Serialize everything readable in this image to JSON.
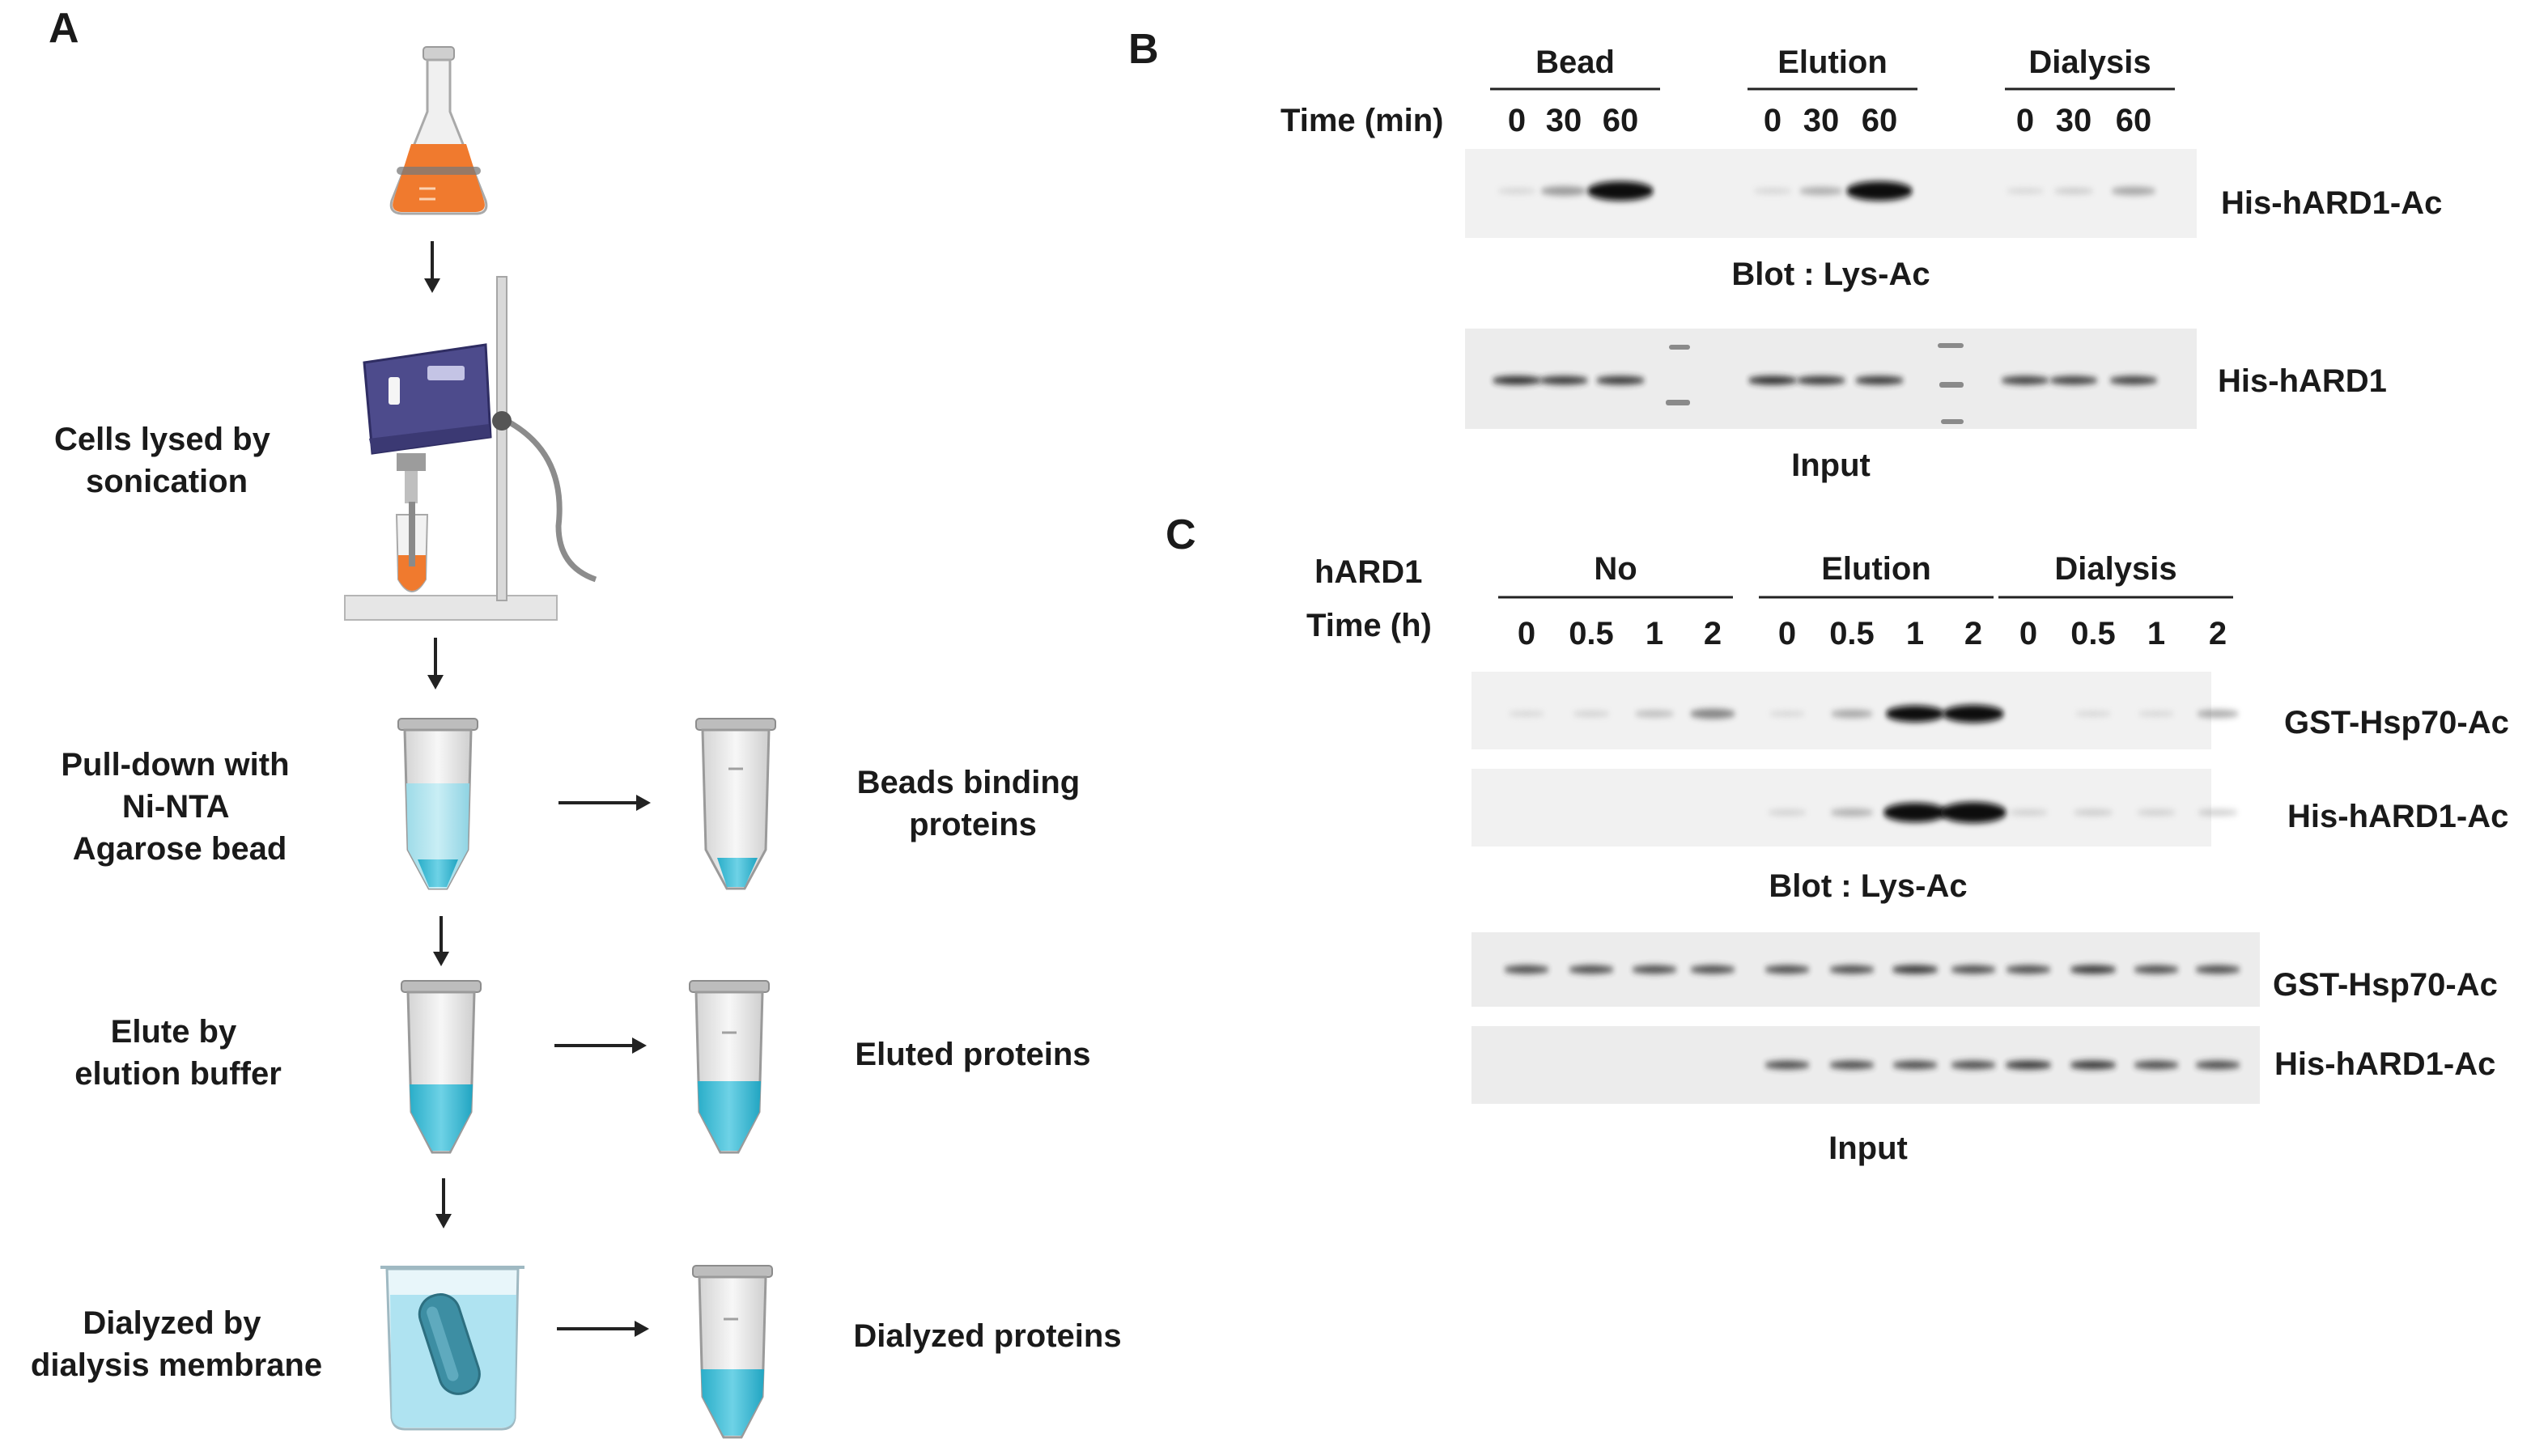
{
  "panel_a": {
    "letter": "A",
    "steps": [
      {
        "lines": [
          "Cells lysed by",
          "sonication"
        ]
      },
      {
        "lines": [
          "Pull-down with",
          "Ni-NTA",
          "Agarose bead"
        ],
        "result": [
          "Beads binding",
          "proteins"
        ]
      },
      {
        "lines": [
          "Elute by",
          "elution buffer"
        ],
        "result": [
          "Eluted proteins"
        ]
      },
      {
        "lines": [
          "Dialyzed by",
          "dialysis membrane"
        ],
        "result": [
          "Dialyzed proteins"
        ]
      }
    ],
    "colors": {
      "culture": "#f07a2e",
      "buffer": "#62c7dd",
      "buffer_deep": "#33b6d0",
      "device": "#4d4b8c"
    },
    "icons": [
      "flask-icon",
      "sonicator-icon",
      "tube-icon",
      "beaker-icon",
      "arrow-icon"
    ]
  },
  "panel_b": {
    "letter": "B",
    "time_label": "Time (min)",
    "groups": [
      {
        "name": "Bead",
        "times": [
          "0",
          "30",
          "60"
        ]
      },
      {
        "name": "Elution",
        "times": [
          "0",
          "30",
          "60"
        ]
      },
      {
        "name": "Dialysis",
        "times": [
          "0",
          "30",
          "60"
        ]
      }
    ],
    "blots": [
      {
        "label": "His-hARD1-Ac",
        "intensities": [
          0.03,
          0.3,
          1.0,
          0.03,
          0.22,
          1.0,
          0.02,
          0.08,
          0.25
        ]
      },
      {
        "label": "His-hARD1",
        "intensities": [
          0.62,
          0.6,
          0.6,
          0.62,
          0.6,
          0.6,
          0.58,
          0.58,
          0.58
        ]
      }
    ],
    "captions": [
      "Blot : Lys-Ac",
      "Input"
    ]
  },
  "panel_c": {
    "letter": "C",
    "condition_label": "hARD1",
    "time_label": "Time (h)",
    "groups": [
      {
        "name": "No",
        "times": [
          "0",
          "0.5",
          "1",
          "2"
        ]
      },
      {
        "name": "Elution",
        "times": [
          "0",
          "0.5",
          "1",
          "2"
        ]
      },
      {
        "name": "Dialysis",
        "times": [
          "0",
          "0.5",
          "1",
          "2"
        ]
      }
    ],
    "blots": [
      {
        "label": "GST-Hsp70-Ac",
        "intensities": [
          0.02,
          0.05,
          0.15,
          0.38,
          0.02,
          0.25,
          0.9,
          1.0,
          0.0,
          0.02,
          0.02,
          0.25
        ]
      },
      {
        "label": "His-hARD1-Ac",
        "intensities": [
          0.0,
          0.0,
          0.0,
          0.0,
          0.05,
          0.2,
          0.9,
          1.0,
          0.06,
          0.08,
          0.06,
          0.1
        ]
      },
      {
        "label": "GST-Hsp70-Ac",
        "intensities": [
          0.55,
          0.55,
          0.55,
          0.55,
          0.55,
          0.55,
          0.6,
          0.55,
          0.55,
          0.6,
          0.55,
          0.55
        ]
      },
      {
        "label": "His-hARD1-Ac",
        "intensities": [
          0.0,
          0.0,
          0.0,
          0.0,
          0.55,
          0.55,
          0.55,
          0.55,
          0.6,
          0.6,
          0.55,
          0.55
        ]
      }
    ],
    "captions": [
      "Blot : Lys-Ac",
      "Input"
    ]
  }
}
